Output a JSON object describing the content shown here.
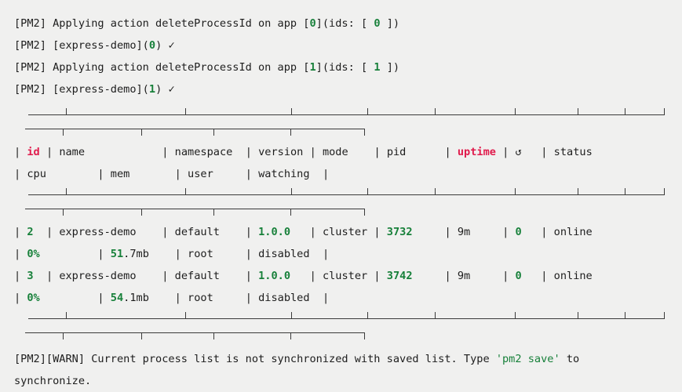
{
  "terminal": {
    "background": "#f0f0ef",
    "foreground": "#1d1d1d",
    "accent_green": "#17803a",
    "accent_crimson": "#e01b4c",
    "accent_dim": "#4a4a4a"
  },
  "log_lines": [
    {
      "id": "log-delete-0",
      "segments": [
        {
          "text": "[PM2] Applying action deleteProcessId on app [",
          "style": "plain"
        },
        {
          "text": "0",
          "style": "green"
        },
        {
          "text": "](ids: [ ",
          "style": "plain"
        },
        {
          "text": "0",
          "style": "green"
        },
        {
          "text": " ])",
          "style": "plain"
        }
      ]
    },
    {
      "id": "log-stopped-0",
      "segments": [
        {
          "text": "[PM2] [express-demo](",
          "style": "plain"
        },
        {
          "text": "0",
          "style": "green"
        },
        {
          "text": ") ",
          "style": "plain"
        },
        {
          "text": "✓",
          "style": "check"
        }
      ]
    },
    {
      "id": "log-delete-1",
      "segments": [
        {
          "text": "[PM2] Applying action deleteProcessId on app [",
          "style": "plain"
        },
        {
          "text": "1",
          "style": "green"
        },
        {
          "text": "](ids: [ ",
          "style": "plain"
        },
        {
          "text": "1",
          "style": "green"
        },
        {
          "text": " ])",
          "style": "plain"
        }
      ]
    },
    {
      "id": "log-stopped-1",
      "segments": [
        {
          "text": "[PM2] [express-demo](",
          "style": "plain"
        },
        {
          "text": "1",
          "style": "green"
        },
        {
          "text": ") ",
          "style": "plain"
        },
        {
          "text": "✓",
          "style": "check"
        }
      ]
    }
  ],
  "process_table": {
    "header_primary": [
      {
        "label": "id",
        "style": "crimson",
        "width": 3
      },
      {
        "label": "name",
        "style": "plain",
        "width": 16
      },
      {
        "label": "namespace",
        "style": "plain",
        "width": 11
      },
      {
        "label": "version",
        "style": "plain",
        "width": 8
      },
      {
        "label": "mode",
        "style": "plain",
        "width": 8
      },
      {
        "label": "pid",
        "style": "plain",
        "width": 9
      },
      {
        "label": "uptime",
        "style": "crimson",
        "width": 7
      },
      {
        "label": "↺",
        "style": "plain",
        "width": 4
      },
      {
        "label": "status",
        "style": "plain",
        "width": 8
      }
    ],
    "header_secondary": [
      {
        "label": "cpu",
        "style": "plain",
        "width": 11
      },
      {
        "label": "mem",
        "style": "plain",
        "width": 10
      },
      {
        "label": "user",
        "style": "plain",
        "width": 9
      },
      {
        "label": "watching",
        "style": "plain",
        "width": 10
      }
    ],
    "rows": [
      {
        "primary": [
          {
            "text": "2",
            "style": "green",
            "width": 3
          },
          {
            "text": "express-demo",
            "style": "plain",
            "width": 16
          },
          {
            "text": "default",
            "style": "plain",
            "width": 11
          },
          {
            "text": "1.0.0",
            "style": "green",
            "width": 8
          },
          {
            "text": "cluster",
            "style": "plain",
            "width": 8
          },
          {
            "text": "3732",
            "style": "green",
            "width": 9
          },
          {
            "text": "9m",
            "style": "plain",
            "width": 7
          },
          {
            "text": "0",
            "style": "green",
            "width": 4
          },
          {
            "text": "online",
            "style": "plain",
            "width": 8
          }
        ],
        "secondary": [
          {
            "text": "0%",
            "style": "green",
            "width": 11
          },
          {
            "text": "51.7mb",
            "style": "green-mixed",
            "width": 10,
            "green_prefix": 2
          },
          {
            "text": "root",
            "style": "plain",
            "width": 9
          },
          {
            "text": "disabled",
            "style": "plain",
            "width": 10
          }
        ]
      },
      {
        "primary": [
          {
            "text": "3",
            "style": "green",
            "width": 3
          },
          {
            "text": "express-demo",
            "style": "plain",
            "width": 16
          },
          {
            "text": "default",
            "style": "plain",
            "width": 11
          },
          {
            "text": "1.0.0",
            "style": "green",
            "width": 8
          },
          {
            "text": "cluster",
            "style": "plain",
            "width": 8
          },
          {
            "text": "3742",
            "style": "green",
            "width": 9
          },
          {
            "text": "9m",
            "style": "plain",
            "width": 7
          },
          {
            "text": "0",
            "style": "green",
            "width": 4
          },
          {
            "text": "online",
            "style": "plain",
            "width": 8
          }
        ],
        "secondary": [
          {
            "text": "0%",
            "style": "green",
            "width": 11
          },
          {
            "text": "54.1mb",
            "style": "green-mixed",
            "width": 10,
            "green_prefix": 2
          },
          {
            "text": "root",
            "style": "plain",
            "width": 9
          },
          {
            "text": "disabled",
            "style": "plain",
            "width": 10
          }
        ]
      }
    ],
    "rule_ticks_wide": [
      48,
      200,
      335,
      432,
      518,
      620,
      700,
      760,
      810
    ],
    "rule_ticks_narrow": [
      48,
      148,
      240,
      338,
      432
    ]
  },
  "footer_warning": {
    "id": "warn-not-synchronized",
    "segments": [
      {
        "text": "[PM2][WARN] Current process list is not synchronized with saved list. Type ",
        "style": "plain"
      },
      {
        "text": "'pm2 save'",
        "style": "green-normal"
      },
      {
        "text": " to",
        "style": "plain"
      }
    ],
    "second_line": "synchronize."
  }
}
